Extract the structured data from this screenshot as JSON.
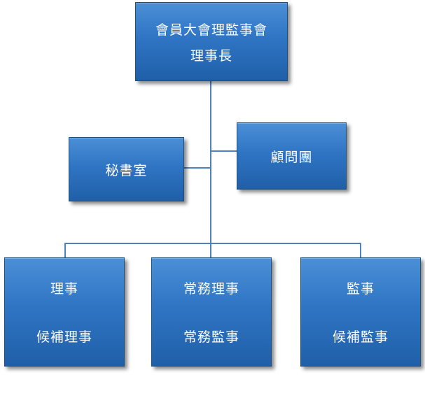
{
  "org_chart": {
    "top": {
      "line1": "會員大會理監事會",
      "line2": "理事長"
    },
    "secretariat": "秘書室",
    "advisory": "顧問團",
    "bottom": [
      {
        "line1": "理事",
        "line2": "候補理事"
      },
      {
        "line1": "常務理事",
        "line2": "常務監事"
      },
      {
        "line1": "監事",
        "line2": "候補監事"
      }
    ],
    "colors": {
      "box": "#2f75c4",
      "connector": "#4f81bd"
    }
  }
}
